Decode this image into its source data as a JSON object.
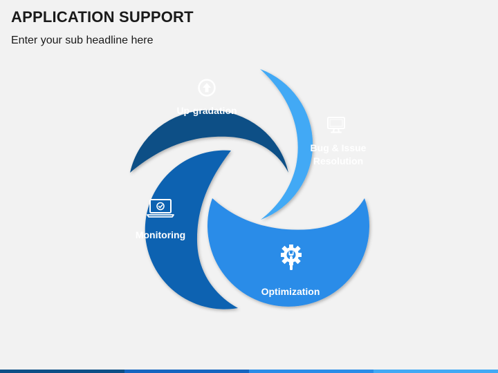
{
  "header": {
    "title": "APPLICATION SUPPORT",
    "subtitle": "Enter your sub headline here"
  },
  "segments": [
    {
      "id": "upgradation",
      "label": "Up-gradation",
      "icon": "upload-arrow-icon",
      "color": "#0d4f86"
    },
    {
      "id": "bug",
      "label": "Bug & Issue\nResolution",
      "icon": "monitor-icon",
      "color": "#42a9f5"
    },
    {
      "id": "optimization",
      "label": "Optimization",
      "icon": "gear-wrench-icon",
      "color": "#2a8ce8"
    },
    {
      "id": "monitoring",
      "label": "Monitoring",
      "icon": "laptop-check-icon",
      "color": "#0b62b1"
    }
  ],
  "bottom_bar_colors": [
    "#0d4f86",
    "#1565c0",
    "#2a8ce8",
    "#42a9f5"
  ]
}
